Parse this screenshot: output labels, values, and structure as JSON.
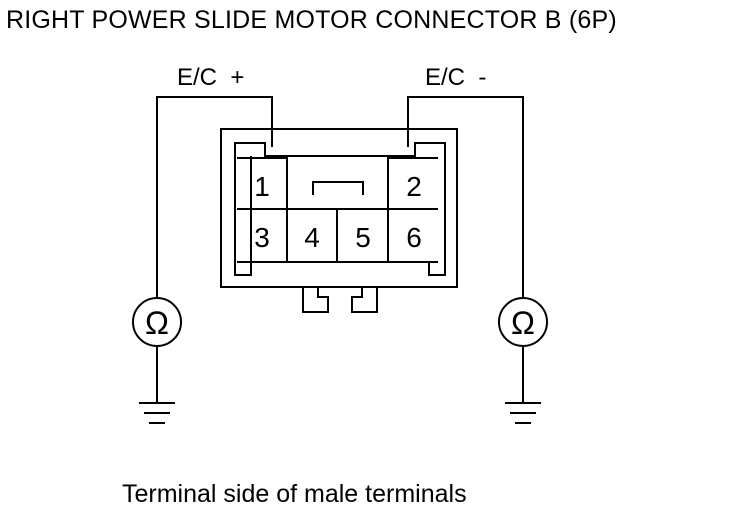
{
  "title": "RIGHT POWER SLIDE MOTOR CONNECTOR B (6P)",
  "caption": "Terminal side of male terminals",
  "probes": {
    "positive_label": "E/C  +",
    "negative_label": "E/C  -"
  },
  "connector": {
    "terminals": [
      "1",
      "2",
      "3",
      "4",
      "5",
      "6"
    ]
  },
  "meter_symbol": "Ω"
}
